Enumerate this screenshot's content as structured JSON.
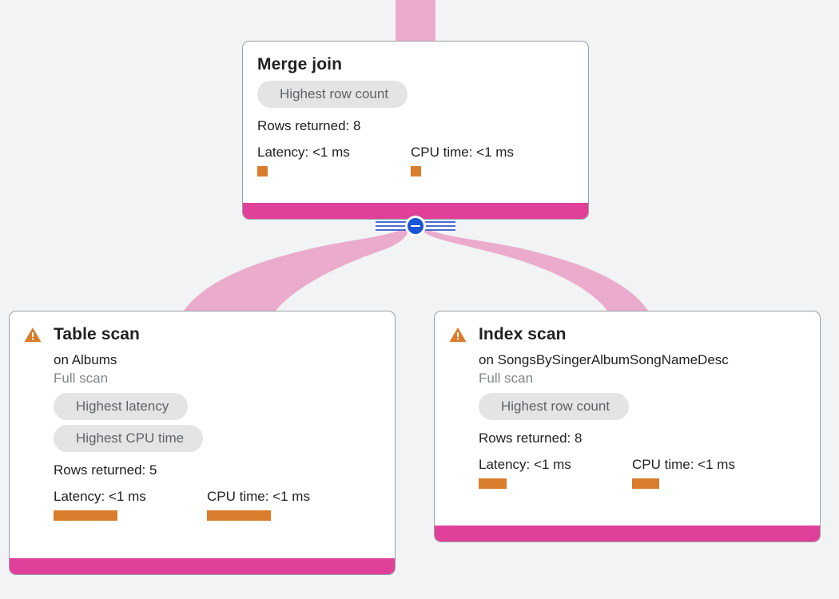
{
  "canvas": {
    "background": "#f1f3f4",
    "accent_color": "#e0409a",
    "edge_color": "#eaabcd",
    "bar_color": "#d97c2b",
    "warning_color": "#d97c2b",
    "toggle_color": "#1a56d6",
    "chip_bg": "#e4e4e4",
    "chip_text": "#5f6368"
  },
  "nodes": {
    "merge_join": {
      "title": "Merge join",
      "has_warning": false,
      "chips": [
        "Highest row count"
      ],
      "rows_returned": "Rows returned: 8",
      "latency_label": "Latency: <1 ms",
      "cpu_label": "CPU time: <1 ms",
      "latency_bar_width": 13,
      "cpu_bar_width": 13
    },
    "table_scan": {
      "title": "Table scan",
      "has_warning": true,
      "warning_icon": "warning-triangle-icon",
      "subtitle": "on Albums",
      "scan_type": "Full scan",
      "chips": [
        "Highest latency",
        "Highest CPU time"
      ],
      "rows_returned": "Rows returned: 5",
      "latency_label": "Latency: <1 ms",
      "cpu_label": "CPU time: <1 ms",
      "latency_bar_width": 80,
      "cpu_bar_width": 80
    },
    "index_scan": {
      "title": "Index scan",
      "has_warning": true,
      "warning_icon": "warning-triangle-icon",
      "subtitle": "on SongsBySingerAlbumSongNameDesc",
      "scan_type": "Full scan",
      "chips": [
        "Highest row count"
      ],
      "rows_returned": "Rows returned: 8",
      "latency_label": "Latency: <1 ms",
      "cpu_label": "CPU time: <1 ms",
      "latency_bar_width": 35,
      "cpu_bar_width": 34
    }
  },
  "toggle": {
    "name": "collapse-children-toggle",
    "state": "expanded",
    "glyph": "minus"
  }
}
